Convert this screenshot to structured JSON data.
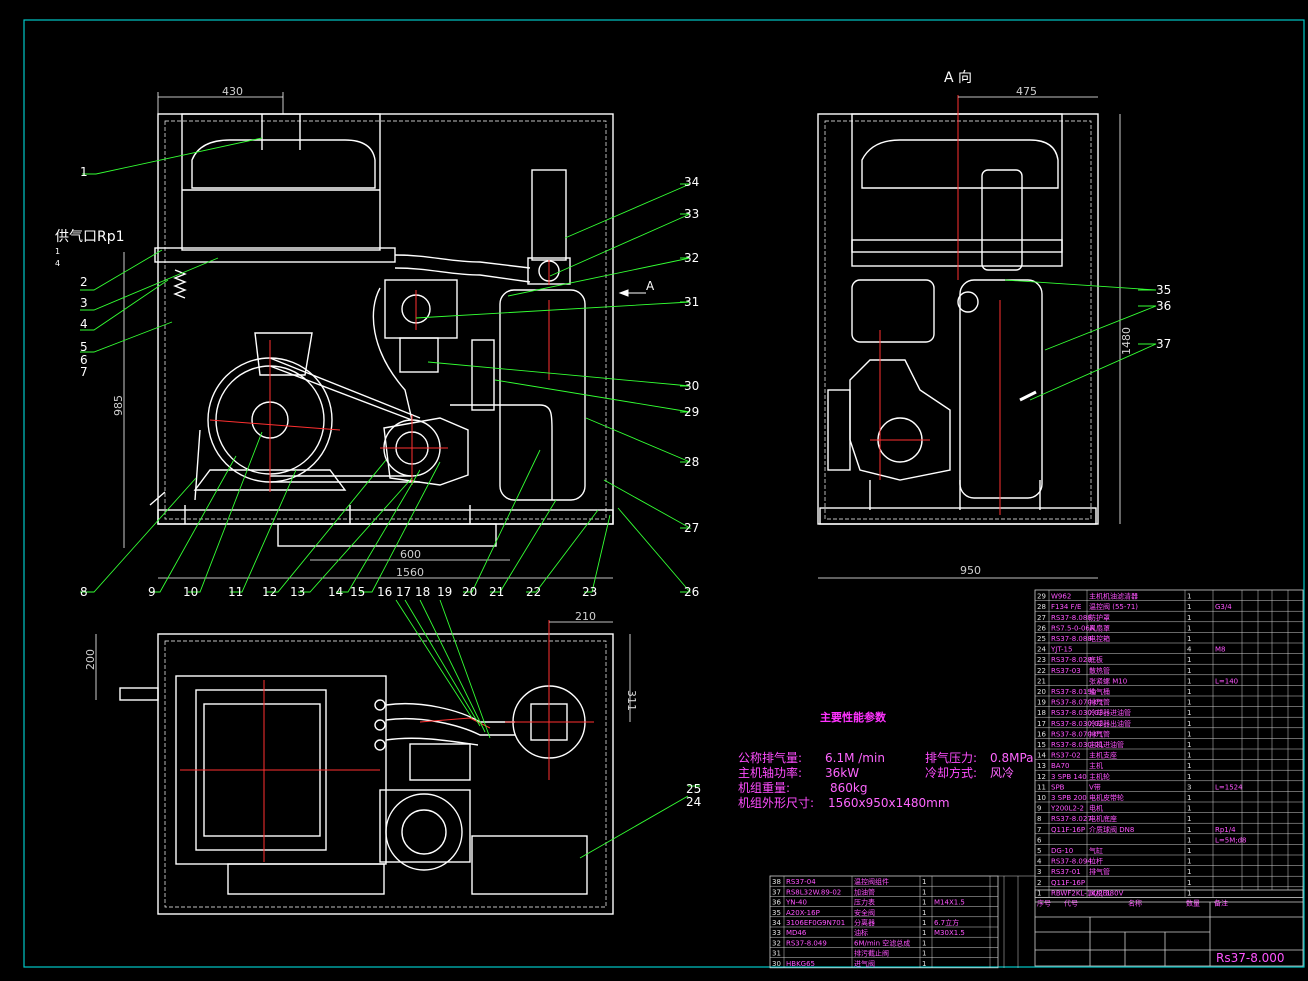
{
  "drawing": {
    "view_a_title": "A 向",
    "arrow_a": "A",
    "supply_label": "供气口Rp1",
    "supply_frac_top": "1",
    "supply_frac_bottom": "4",
    "drawing_number": "Rs37-8.000"
  },
  "dimensions": {
    "front_width": "1560",
    "front_top": "430",
    "front_height": "985",
    "front_base": "600",
    "side_width": "950",
    "side_top": "475",
    "side_height": "1480",
    "plan_height_left": "200",
    "plan_height_right": "311",
    "plan_top_right": "210"
  },
  "callouts": [
    "1",
    "2",
    "3",
    "4",
    "5",
    "6",
    "7",
    "8",
    "9",
    "10",
    "11",
    "12",
    "13",
    "14",
    "15",
    "16",
    "17",
    "18",
    "19",
    "20",
    "21",
    "22",
    "23",
    "24",
    "25",
    "26",
    "27",
    "28",
    "29",
    "30",
    "31",
    "32",
    "33",
    "34",
    "35",
    "36",
    "37"
  ],
  "performance": {
    "heading": "主要性能参数",
    "rows": [
      {
        "label": "公称排气量:",
        "value": "6.1M /min",
        "label2": "排气压力:",
        "value2": "0.8MPa"
      },
      {
        "label": "主机轴功率:",
        "value": "36kW",
        "label2": "冷却方式:",
        "value2": "风冷"
      },
      {
        "label": "机组重量:",
        "value": "860kg",
        "label2": "",
        "value2": ""
      },
      {
        "label": "机组外形尺寸:",
        "value": "1560x950x1480mm",
        "label2": "",
        "value2": ""
      }
    ]
  },
  "bom_left": [
    {
      "no": "38",
      "code": "RS37-04",
      "name": "温控阀组件",
      "qty": "1",
      "note": ""
    },
    {
      "no": "37",
      "code": "RS8L32W.89-02",
      "name": "加油管",
      "qty": "1",
      "note": ""
    },
    {
      "no": "36",
      "code": "YN-40",
      "name": "压力表",
      "qty": "1",
      "note": "M14X1.5"
    },
    {
      "no": "35",
      "code": "A20X-16P",
      "name": "安全阀",
      "qty": "1",
      "note": ""
    },
    {
      "no": "34",
      "code": "3106EF0G9N701",
      "name": "分离器",
      "qty": "1",
      "note": "6.7立方"
    },
    {
      "no": "33",
      "code": "MD46",
      "name": "油标",
      "qty": "1",
      "note": "M30X1.5"
    },
    {
      "no": "32",
      "code": "RS37-8.049",
      "name": "6M/min 空滤总成",
      "qty": "1",
      "note": ""
    },
    {
      "no": "31",
      "code": "",
      "name": "排污截止阀",
      "qty": "1",
      "note": ""
    },
    {
      "no": "30",
      "code": "HBKG65",
      "name": "进气阀",
      "qty": "1",
      "note": ""
    }
  ],
  "bom_right": [
    {
      "no": "29",
      "code": "W962",
      "name": "主机机油滤清器",
      "qty": "1",
      "note": ""
    },
    {
      "no": "28",
      "code": "F134 F/E",
      "name": "温控阀 (55-71)",
      "qty": "1",
      "note": "G3/4"
    },
    {
      "no": "27",
      "code": "RS37-8.088",
      "name": "防护罩",
      "qty": "1",
      "note": ""
    },
    {
      "no": "26",
      "code": "RS7.5-0-06A",
      "name": "风扇罩",
      "qty": "1",
      "note": ""
    },
    {
      "no": "25",
      "code": "RS37-8.088",
      "name": "电控箱",
      "qty": "1",
      "note": ""
    },
    {
      "no": "24",
      "code": "YJT-15",
      "name": "",
      "qty": "4",
      "note": "M8"
    },
    {
      "no": "23",
      "code": "RS37-8.028",
      "name": "底板",
      "qty": "1",
      "note": ""
    },
    {
      "no": "22",
      "code": "RS37-03",
      "name": "散热管",
      "qty": "1",
      "note": ""
    },
    {
      "no": "21",
      "code": "",
      "name": "张紧螺 M10",
      "qty": "1",
      "note": "L=140"
    },
    {
      "no": "20",
      "code": "RS37-8.019b",
      "name": "油气桶",
      "qty": "1",
      "note": ""
    },
    {
      "no": "19",
      "code": "RS37-8.070-02",
      "name": "排气管",
      "qty": "1",
      "note": ""
    },
    {
      "no": "18",
      "code": "RS37-8.030-03",
      "name": "冷却器进油管",
      "qty": "1",
      "note": ""
    },
    {
      "no": "17",
      "code": "RS37-8.030-02",
      "name": "冷却器出油管",
      "qty": "1",
      "note": ""
    },
    {
      "no": "16",
      "code": "RS37-8.070-01",
      "name": "排气管",
      "qty": "1",
      "note": ""
    },
    {
      "no": "15",
      "code": "RS37-8.030-01",
      "name": "主机进油管",
      "qty": "1",
      "note": ""
    },
    {
      "no": "14",
      "code": "RS37-02",
      "name": "主机支座",
      "qty": "1",
      "note": ""
    },
    {
      "no": "13",
      "code": "BA70",
      "name": "主机",
      "qty": "1",
      "note": ""
    },
    {
      "no": "12",
      "code": "3 SPB 140",
      "name": "主机轮",
      "qty": "1",
      "note": ""
    },
    {
      "no": "11",
      "code": "SPB",
      "name": "V带",
      "qty": "3",
      "note": "L=1524"
    },
    {
      "no": "10",
      "code": "3 SPB 200",
      "name": "电机皮带轮",
      "qty": "1",
      "note": ""
    },
    {
      "no": "9",
      "code": "Y200L2-2",
      "name": "电机",
      "qty": "1",
      "note": ""
    },
    {
      "no": "8",
      "code": "RS37-8.027",
      "name": "电机底座",
      "qty": "1",
      "note": ""
    },
    {
      "no": "7",
      "code": "Q11F-16P",
      "name": "介质球阀 DN8",
      "qty": "1",
      "note": "Rp1/4"
    },
    {
      "no": "6",
      "code": "",
      "name": "",
      "qty": "1",
      "note": "L=5M;d8"
    },
    {
      "no": "5",
      "code": "DG-10",
      "name": "气缸",
      "qty": "1",
      "note": ""
    },
    {
      "no": "4",
      "code": "RS37-8.094",
      "name": "拉杆",
      "qty": "1",
      "note": ""
    },
    {
      "no": "3",
      "code": "RS37-01",
      "name": "排气管",
      "qty": "1",
      "note": ""
    },
    {
      "no": "2",
      "code": "Q11F-16P",
      "name": "",
      "qty": "1",
      "note": ""
    },
    {
      "no": "1",
      "code": "RBWF2KL-1K/2BL",
      "name": "风机 380V",
      "qty": "1",
      "note": ""
    }
  ],
  "bom_header": {
    "no": "序号",
    "code": "代号",
    "name": "名称",
    "qty": "数量",
    "note": "备注"
  }
}
